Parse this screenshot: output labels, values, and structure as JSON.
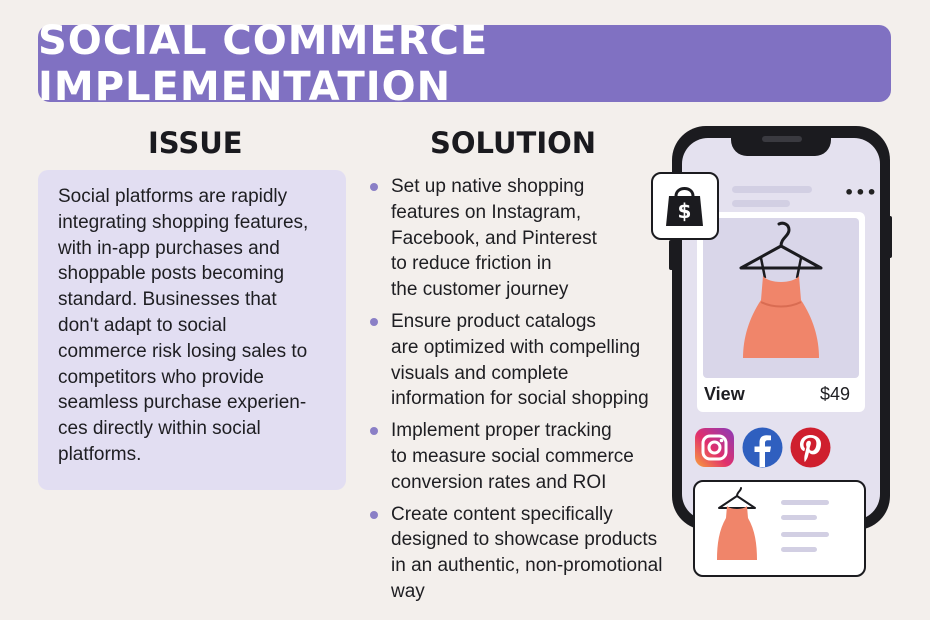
{
  "title": "SOCIAL COMMERCE IMPLEMENTATION",
  "issue": {
    "heading": "ISSUE",
    "lines": [
      "Social platforms are rapidly",
      "integrating shopping features,",
      "with in-app purchases and",
      "shoppable posts becoming",
      "standard. Businesses that",
      "don't adapt to social",
      "commerce risk losing sales to",
      "competitors who provide",
      "seamless purchase experien-",
      "ces directly within social",
      "platforms."
    ]
  },
  "solution": {
    "heading": "SOLUTION",
    "items": [
      {
        "lines": [
          "Set up native shopping",
          "features on Instagram,",
          "Facebook, and Pinterest",
          "to reduce friction in",
          "the customer journey"
        ]
      },
      {
        "lines": [
          "Ensure product catalogs",
          "are optimized with compelling",
          "visuals and complete",
          "information for social shopping"
        ]
      },
      {
        "lines": [
          "Implement proper tracking",
          "to measure social commerce",
          "conversion rates and ROI"
        ]
      },
      {
        "lines": [
          "Create content specifically",
          "designed to showcase products",
          "in an authentic, non-promotional",
          "way"
        ]
      }
    ]
  },
  "phone": {
    "menu_dots": "•••",
    "product": {
      "view_label": "View",
      "price": "$49"
    },
    "bag_symbol": "$",
    "social_icons": [
      "instagram-icon",
      "facebook-icon",
      "pinterest-icon"
    ]
  },
  "colors": {
    "banner": "#8071c2",
    "issue_box": "#e2def2",
    "bullet": "#8a7fc6",
    "dress": "#f0856a",
    "background": "#f3efec"
  }
}
